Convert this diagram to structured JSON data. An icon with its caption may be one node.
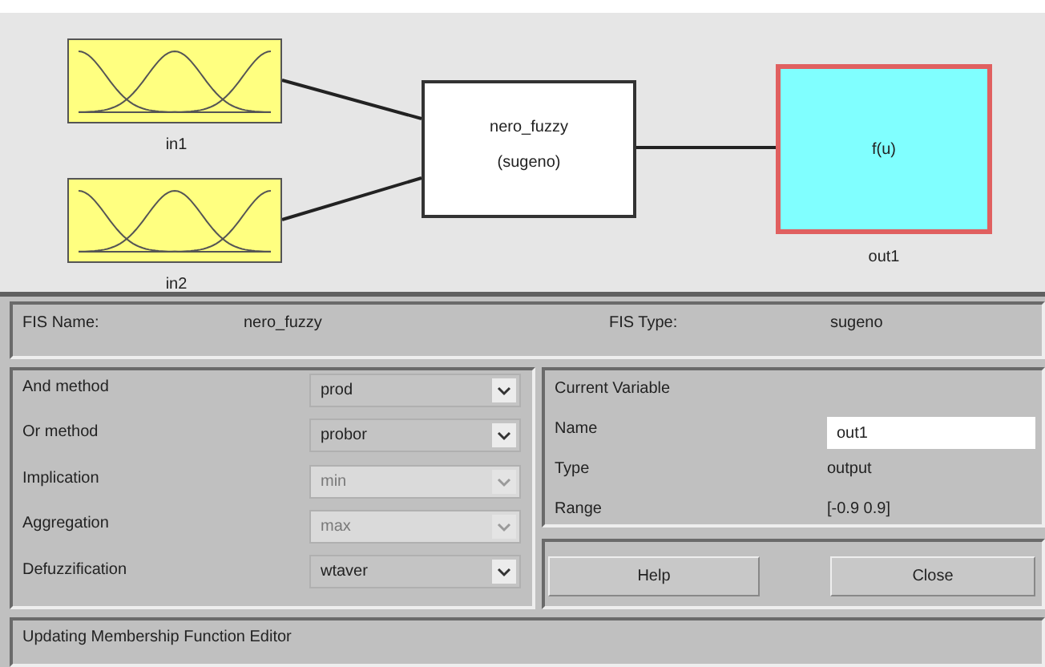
{
  "diagram": {
    "nodes": [
      {
        "text": [
          "in1"
        ]
      },
      {
        "text": [
          "in2"
        ]
      },
      {
        "text": [
          "nero_fuzzy",
          "(sugeno)"
        ]
      },
      {
        "text": [
          "f(u)",
          "out1"
        ]
      }
    ],
    "edges": [
      {
        "from": 0,
        "to": 2,
        "arrow": "none"
      },
      {
        "from": 1,
        "to": 2,
        "arrow": "none"
      },
      {
        "from": 2,
        "to": 3,
        "arrow": "none"
      }
    ],
    "labels": [
      "FIS Name:",
      "nero_fuzzy",
      "FIS Type:",
      "sugeno",
      "And method",
      "prod",
      "Or method",
      "probor",
      "Implication",
      "min",
      "Aggregation",
      "max",
      "Defuzzification",
      "wtaver",
      "Current Variable",
      "Name",
      "out1",
      "Type",
      "output",
      "Range",
      "[-0.9 0.9]",
      "Help",
      "Close",
      "Updating Membership Function Editor"
    ]
  }
}
